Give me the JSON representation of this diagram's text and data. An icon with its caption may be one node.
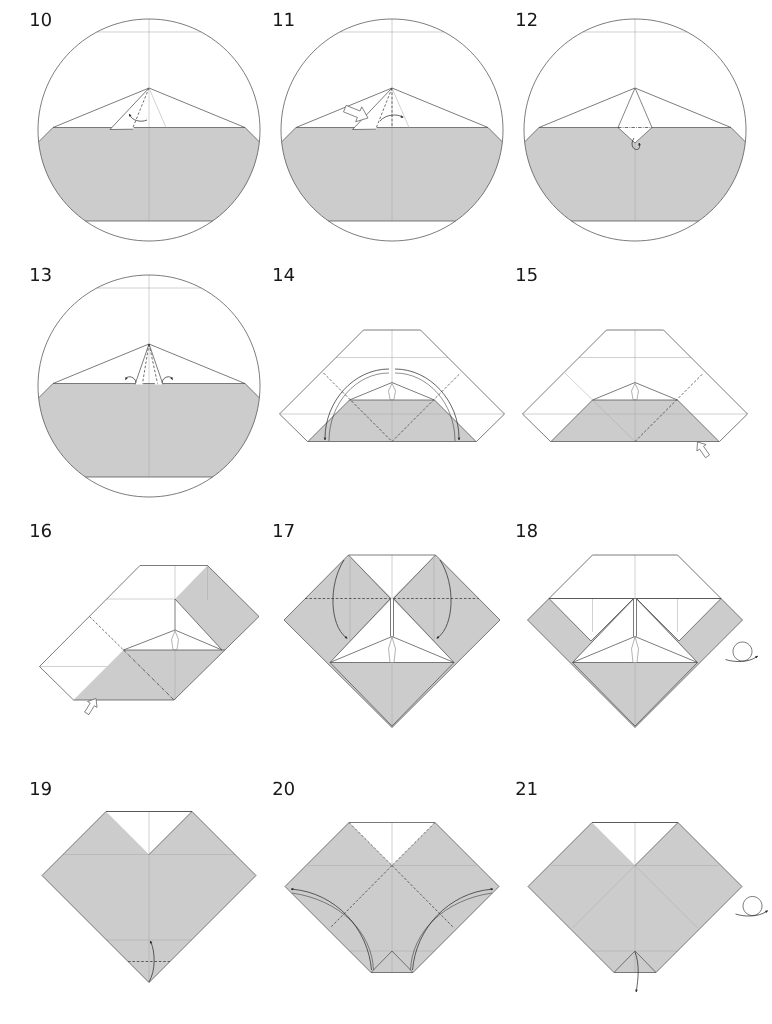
{
  "diagram": {
    "labels": [
      "10",
      "11",
      "12",
      "13",
      "14",
      "15",
      "16",
      "17",
      "18",
      "19",
      "20",
      "21"
    ]
  }
}
